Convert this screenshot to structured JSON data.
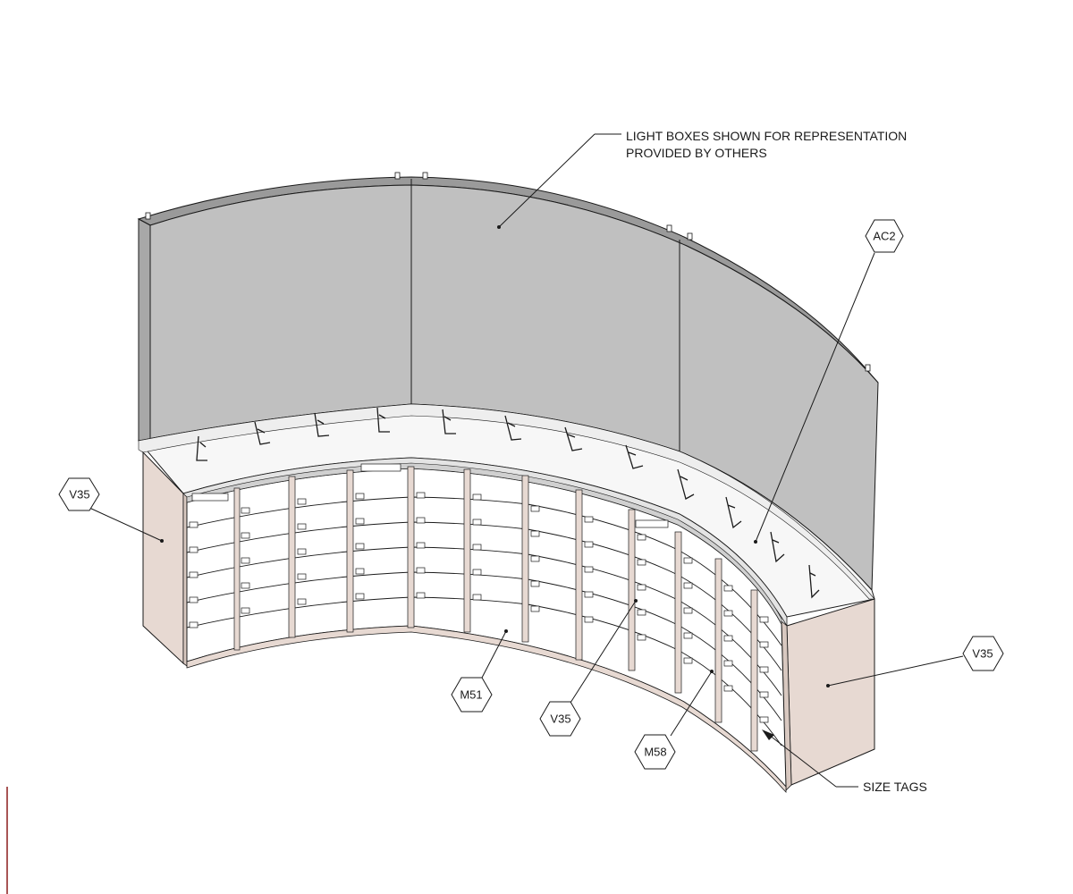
{
  "notes": {
    "light_boxes_line1": "LIGHT BOXES SHOWN FOR REPRESENTATION",
    "light_boxes_line2": "PROVIDED BY OTHERS",
    "size_tags": "SIZE TAGS"
  },
  "tags": {
    "v35_left": "V35",
    "ac2": "AC2",
    "v35_right": "V35",
    "m51": "M51",
    "v35_center": "V35",
    "m58": "M58"
  },
  "colors": {
    "light_box": "#c0c0c0",
    "wood_panel": "#e7d9d2",
    "countertop": "#f7f7f7",
    "line": "#1a1a1a",
    "margin_rule": "#8a1c1c"
  }
}
